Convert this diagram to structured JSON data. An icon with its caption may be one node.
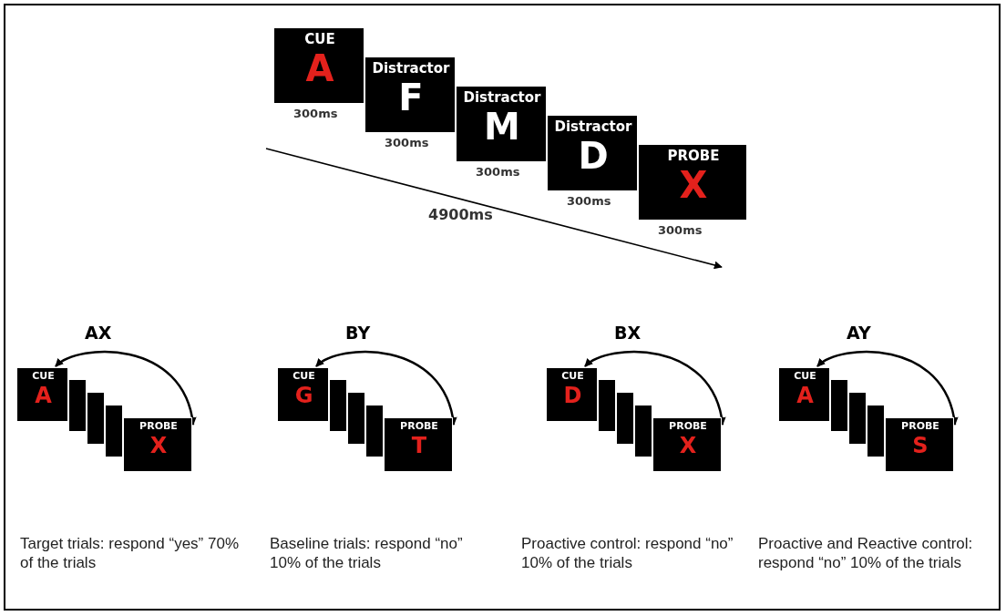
{
  "diagram": {
    "nodes": [
      {
        "text": [
          "CUE",
          "A"
        ],
        "beside": [
          "300ms"
        ]
      },
      {
        "text": [
          "Distractor",
          "F"
        ],
        "beside": [
          "300ms"
        ]
      },
      {
        "text": [
          "Distractor",
          "M"
        ],
        "beside": [
          "300ms"
        ]
      },
      {
        "text": [
          "Distractor",
          "D"
        ],
        "beside": [
          "300ms"
        ]
      },
      {
        "text": [
          "PROBE",
          "X"
        ],
        "beside": [
          "300ms"
        ]
      },
      {
        "text": [
          "CUE",
          "A"
        ]
      },
      {
        "text": [],
        "shape": "box"
      },
      {
        "text": [],
        "shape": "box"
      },
      {
        "text": [],
        "shape": "box"
      },
      {
        "text": [
          "PROBE",
          "X"
        ]
      },
      {
        "text": [
          "CUE",
          "G"
        ]
      },
      {
        "text": [],
        "shape": "box"
      },
      {
        "text": [],
        "shape": "box"
      },
      {
        "text": [],
        "shape": "box"
      },
      {
        "text": [
          "PROBE",
          "T"
        ]
      },
      {
        "text": [
          "CUE",
          "D"
        ]
      },
      {
        "text": [],
        "shape": "box"
      },
      {
        "text": [],
        "shape": "box"
      },
      {
        "text": [],
        "shape": "box"
      },
      {
        "text": [
          "PROBE",
          "X"
        ]
      },
      {
        "text": [
          "CUE",
          "A"
        ]
      },
      {
        "text": [],
        "shape": "box"
      },
      {
        "text": [],
        "shape": "box"
      },
      {
        "text": [],
        "shape": "box"
      },
      {
        "text": [
          "PROBE",
          "S"
        ]
      }
    ],
    "edges": [
      {
        "from": 5,
        "to": 9,
        "arrow": "both",
        "label": "AX"
      },
      {
        "from": 10,
        "to": 14,
        "arrow": "both",
        "label": "BY"
      },
      {
        "from": 15,
        "to": 19,
        "arrow": "both",
        "label": "BX"
      },
      {
        "from": 20,
        "to": 24,
        "arrow": "both",
        "label": "AY"
      }
    ],
    "labels": [
      "4900ms",
      "Target trials: respond “yes” 70% of the trials",
      "Baseline trials: respond “no” 10% of the trials",
      "Proactive control: respond “no” 10% of the trials",
      "Proactive and Reactive control: respond “no” 10% of the trials"
    ]
  }
}
